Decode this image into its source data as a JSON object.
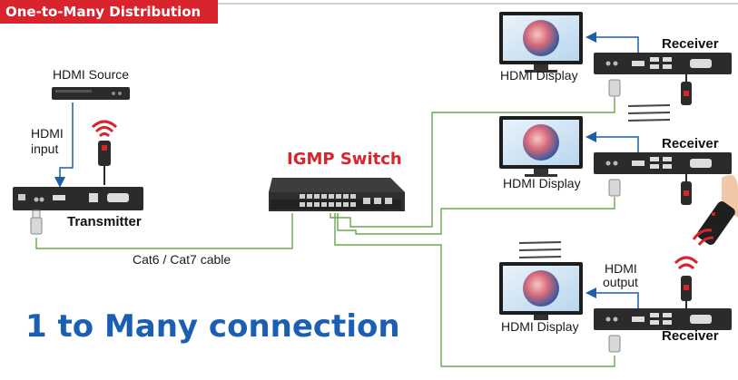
{
  "banner": {
    "text": "One-to-Many Distribution"
  },
  "labels": {
    "hdmi_source": "HDMI Source",
    "hdmi_input_1": "HDMI",
    "hdmi_input_2": "input",
    "transmitter": "Transmitter",
    "igmp_switch": "IGMP Switch",
    "cable": "Cat6 / Cat7 cable",
    "big_title": "1 to Many connection",
    "receiver_1": "Receiver",
    "receiver_2": "Receiver",
    "receiver_3": "Receiver",
    "display_1": "HDMI Display",
    "display_2": "HDMI Display",
    "display_3": "HDMI Display",
    "hdmi_output_1": "HDMI",
    "hdmi_output_2": "output"
  },
  "colors": {
    "banner_red": "#d9232d",
    "title_blue": "#1a5fb4",
    "cable_green": "#6aa84f",
    "arrow_blue": "#1d5fa8",
    "device_dark": "#2b2b2b"
  },
  "icons": {
    "hdmi_source": "dvd-player-icon",
    "transmitter": "transmitter-box-icon",
    "switch": "network-switch-icon",
    "receiver": "receiver-box-icon",
    "display": "monitor-icon",
    "ir": "ir-signal-icon",
    "remote": "remote-control-icon"
  }
}
